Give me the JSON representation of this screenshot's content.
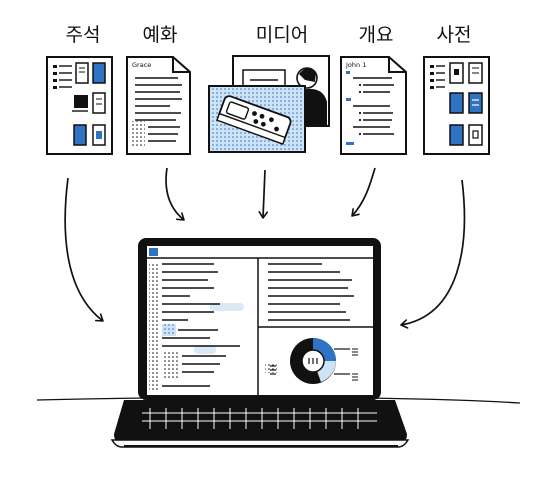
{
  "labels": {
    "commentary": "주석",
    "sermon_illustrations": "예화",
    "media": "미디어",
    "outline": "개요",
    "dictionary": "사전"
  },
  "document_text": {
    "grace": "Grace",
    "john": "John 1"
  },
  "colors": {
    "ink": "#111111",
    "accent_blue": "#2f73c4",
    "light_blue": "#cfe3f7",
    "pale_blue": "#dbe9f7",
    "paper": "#ffffff"
  },
  "icons": {
    "commentary": "commentary-document-icon",
    "sermon_illustrations": "sermon-illustration-document-icon",
    "media": "media-collage-icon",
    "outline": "outline-document-icon",
    "dictionary": "dictionary-document-icon",
    "laptop": "laptop-icon",
    "donut_chart": "donut-chart-icon",
    "menu": "menu-lines-icon"
  }
}
